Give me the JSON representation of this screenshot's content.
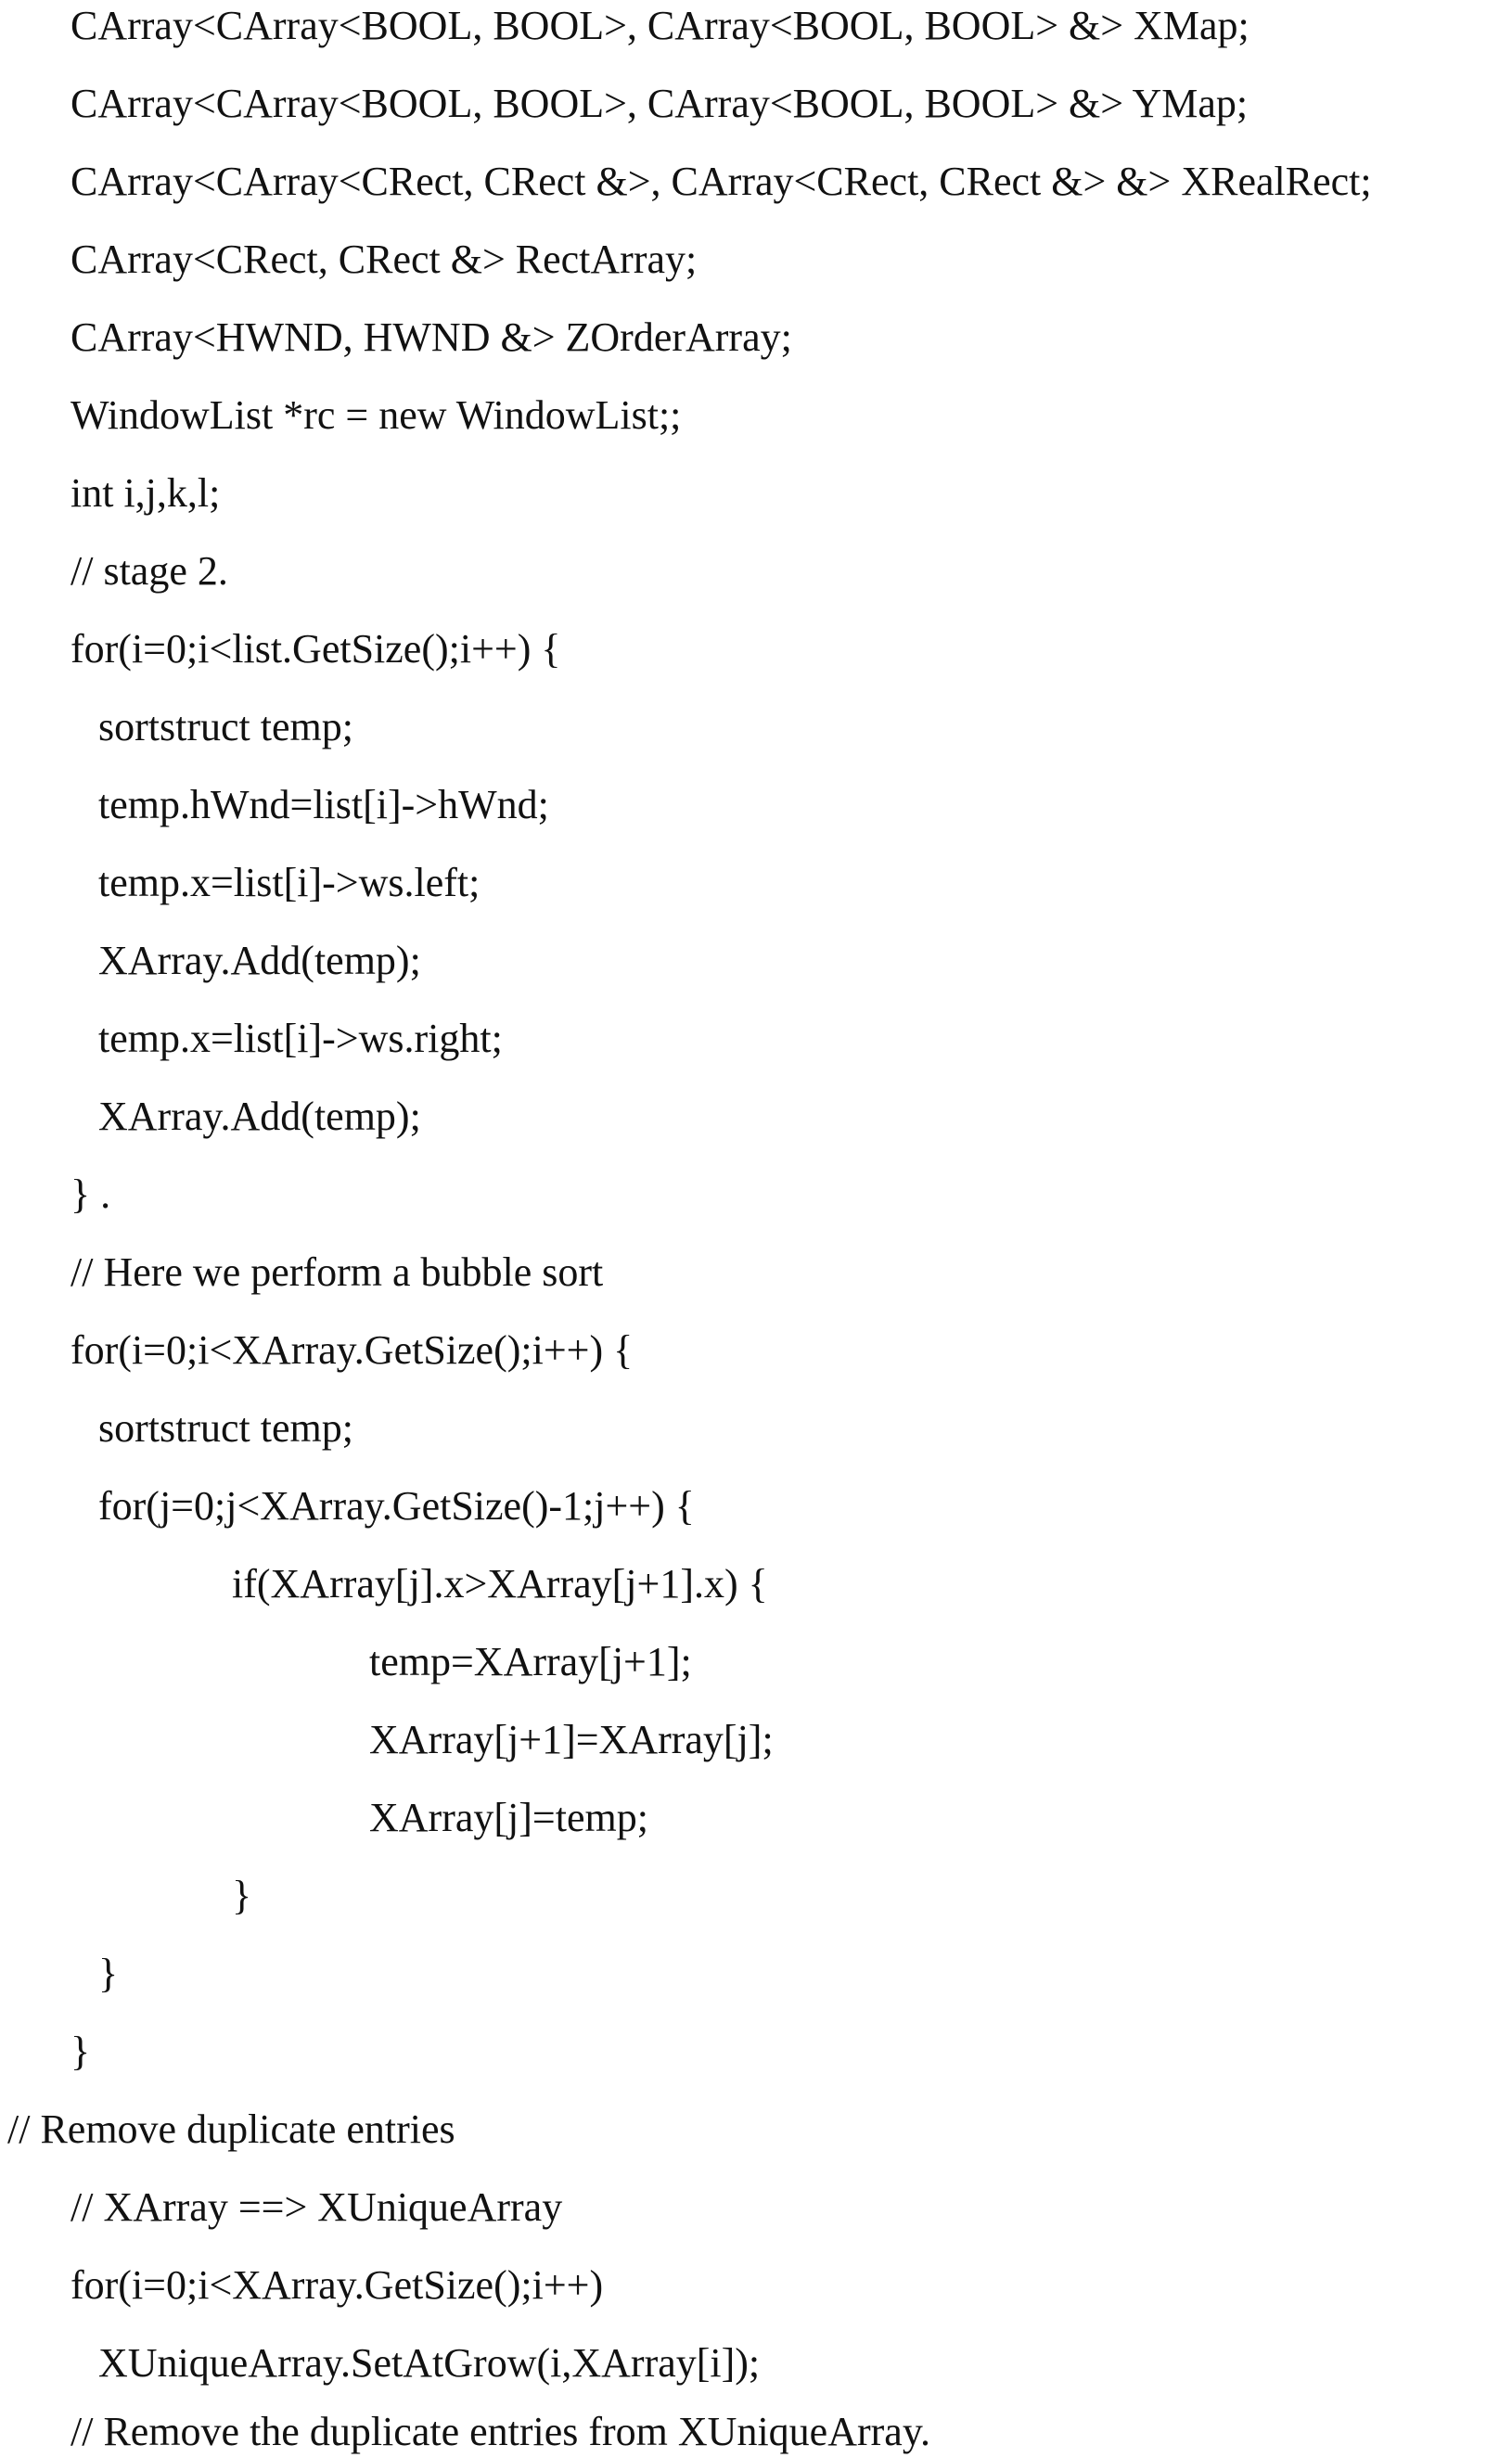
{
  "code_lines": [
    "CArray<CArray<BOOL, BOOL>, CArray<BOOL, BOOL> &> XMap;",
    "CArray<CArray<BOOL, BOOL>, CArray<BOOL, BOOL> &> YMap;",
    "CArray<CArray<CRect, CRect &>, CArray<CRect, CRect &> &> XRealRect;",
    "CArray<CRect, CRect &> RectArray;",
    "CArray<HWND, HWND &> ZOrderArray;",
    "WindowList *rc = new WindowList;;",
    "int i,j,k,l;",
    "// stage 2.",
    "for(i=0;i<list.GetSize();i++) {",
    "sortstruct temp;",
    "temp.hWnd=list[i]->hWnd;",
    "temp.x=list[i]->ws.left;",
    "XArray.Add(temp);",
    "temp.x=list[i]->ws.right;",
    "XArray.Add(temp);",
    "} .",
    "// Here we perform a bubble sort",
    "for(i=0;i<XArray.GetSize();i++) {",
    "sortstruct temp;",
    "for(j=0;j<XArray.GetSize()-1;j++) {",
    "if(XArray[j].x>XArray[j+1].x) {",
    "temp=XArray[j+1];",
    "XArray[j+1]=XArray[j];",
    "XArray[j]=temp;",
    "}",
    "}",
    "}",
    "// Remove duplicate entries",
    "// XArray ==> XUniqueArray",
    "for(i=0;i<XArray.GetSize();i++)",
    "XUniqueArray.SetAtGrow(i,XArray[i]);",
    "// Remove the duplicate entries from XUniqueArray."
  ]
}
